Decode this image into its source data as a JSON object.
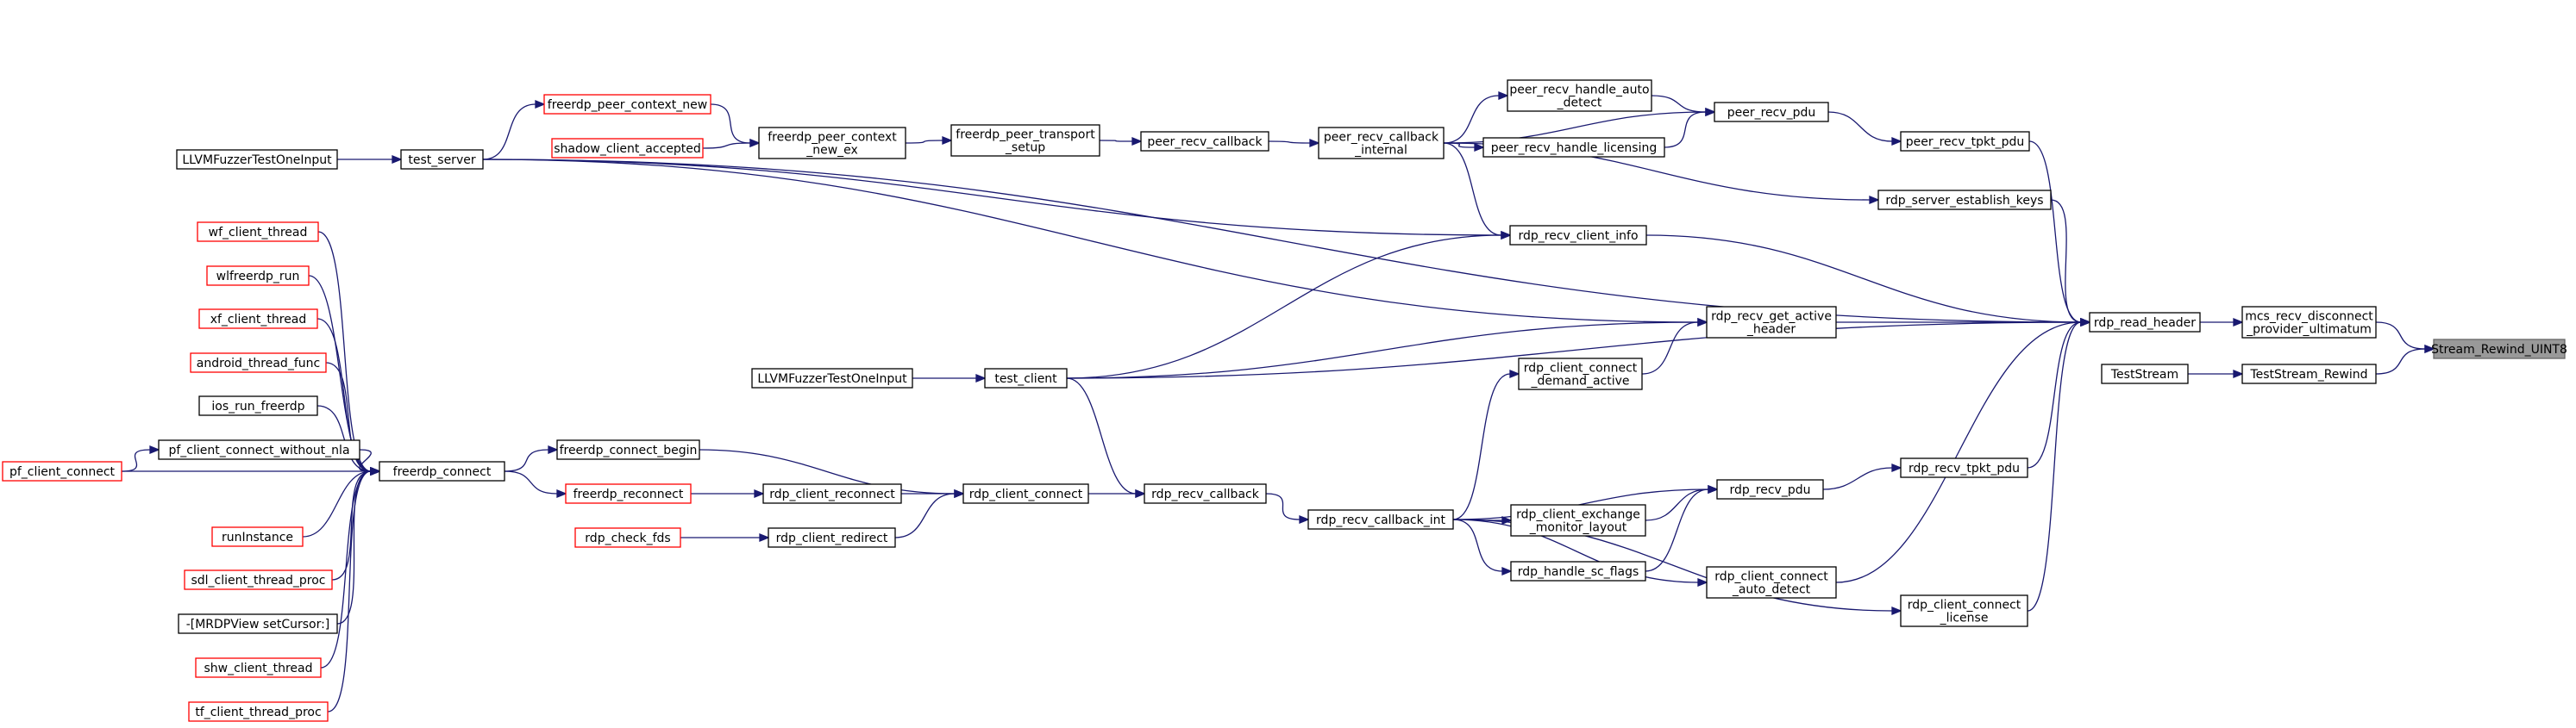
{
  "nodes": [
    {
      "id": "stream_rewind_uint8",
      "lines": [
        "Stream_Rewind_UINT8"
      ],
      "style": "root"
    },
    {
      "id": "mcs_recv_disconnect",
      "lines": [
        "mcs_recv_disconnect",
        "_provider_ultimatum"
      ],
      "style": "normal"
    },
    {
      "id": "teststream_rewind",
      "lines": [
        "TestStream_Rewind"
      ],
      "style": "normal"
    },
    {
      "id": "teststream",
      "lines": [
        "TestStream"
      ],
      "style": "normal"
    },
    {
      "id": "rdp_read_header",
      "lines": [
        "rdp_read_header"
      ],
      "style": "normal"
    },
    {
      "id": "peer_recv_tpkt_pdu",
      "lines": [
        "peer_recv_tpkt_pdu"
      ],
      "style": "normal"
    },
    {
      "id": "rdp_server_establish_keys",
      "lines": [
        "rdp_server_establish_keys"
      ],
      "style": "normal"
    },
    {
      "id": "rdp_recv_get_active_header",
      "lines": [
        "rdp_recv_get_active",
        "_header"
      ],
      "style": "normal"
    },
    {
      "id": "rdp_recv_tpkt_pdu",
      "lines": [
        "rdp_recv_tpkt_pdu"
      ],
      "style": "normal"
    },
    {
      "id": "rdp_client_connect_auto_detect",
      "lines": [
        "rdp_client_connect",
        "_auto_detect"
      ],
      "style": "normal"
    },
    {
      "id": "rdp_client_connect_license",
      "lines": [
        "rdp_client_connect",
        "_license"
      ],
      "style": "normal"
    },
    {
      "id": "peer_recv_pdu",
      "lines": [
        "peer_recv_pdu"
      ],
      "style": "normal"
    },
    {
      "id": "peer_recv_handle_auto_detect",
      "lines": [
        "peer_recv_handle_auto",
        "_detect"
      ],
      "style": "normal"
    },
    {
      "id": "peer_recv_handle_licensing",
      "lines": [
        "peer_recv_handle_licensing"
      ],
      "style": "normal"
    },
    {
      "id": "rdp_recv_client_info",
      "lines": [
        "rdp_recv_client_info"
      ],
      "style": "normal"
    },
    {
      "id": "rdp_client_connect_demand_active",
      "lines": [
        "rdp_client_connect",
        "_demand_active"
      ],
      "style": "normal"
    },
    {
      "id": "rdp_recv_pdu",
      "lines": [
        "rdp_recv_pdu"
      ],
      "style": "normal"
    },
    {
      "id": "rdp_client_exchange_monitor_layout",
      "lines": [
        "rdp_client_exchange",
        "_monitor_layout"
      ],
      "style": "normal"
    },
    {
      "id": "rdp_handle_sc_flags",
      "lines": [
        "rdp_handle_sc_flags"
      ],
      "style": "normal"
    },
    {
      "id": "peer_recv_callback_internal",
      "lines": [
        "peer_recv_callback",
        "_internal"
      ],
      "style": "normal"
    },
    {
      "id": "rdp_recv_callback_int",
      "lines": [
        "rdp_recv_callback_int"
      ],
      "style": "normal"
    },
    {
      "id": "peer_recv_callback",
      "lines": [
        "peer_recv_callback"
      ],
      "style": "normal"
    },
    {
      "id": "rdp_recv_callback",
      "lines": [
        "rdp_recv_callback"
      ],
      "style": "normal"
    },
    {
      "id": "freerdp_peer_transport_setup",
      "lines": [
        "freerdp_peer_transport",
        "_setup"
      ],
      "style": "normal"
    },
    {
      "id": "rdp_client_connect",
      "lines": [
        "rdp_client_connect"
      ],
      "style": "normal"
    },
    {
      "id": "freerdp_peer_context_new_ex",
      "lines": [
        "freerdp_peer_context",
        "_new_ex"
      ],
      "style": "normal"
    },
    {
      "id": "test_client",
      "lines": [
        "test_client"
      ],
      "style": "normal"
    },
    {
      "id": "freerdp_connect_begin",
      "lines": [
        "freerdp_connect_begin"
      ],
      "style": "normal"
    },
    {
      "id": "rdp_client_reconnect",
      "lines": [
        "rdp_client_reconnect"
      ],
      "style": "normal"
    },
    {
      "id": "rdp_client_redirect",
      "lines": [
        "rdp_client_redirect"
      ],
      "style": "normal"
    },
    {
      "id": "freerdp_peer_context_new",
      "lines": [
        "freerdp_peer_context_new"
      ],
      "style": "red"
    },
    {
      "id": "shadow_client_accepted",
      "lines": [
        "shadow_client_accepted"
      ],
      "style": "red"
    },
    {
      "id": "llvm_fuzzer_client",
      "lines": [
        "LLVMFuzzerTestOneInput"
      ],
      "style": "normal"
    },
    {
      "id": "freerdp_reconnect",
      "lines": [
        "freerdp_reconnect"
      ],
      "style": "red"
    },
    {
      "id": "rdp_check_fds",
      "lines": [
        "rdp_check_fds"
      ],
      "style": "red"
    },
    {
      "id": "test_server",
      "lines": [
        "test_server"
      ],
      "style": "normal"
    },
    {
      "id": "freerdp_connect",
      "lines": [
        "freerdp_connect"
      ],
      "style": "normal"
    },
    {
      "id": "llvm_fuzzer_server",
      "lines": [
        "LLVMFuzzerTestOneInput"
      ],
      "style": "normal"
    },
    {
      "id": "wf_client_thread",
      "lines": [
        "wf_client_thread"
      ],
      "style": "red"
    },
    {
      "id": "wlfreerdp_run",
      "lines": [
        "wlfreerdp_run"
      ],
      "style": "red"
    },
    {
      "id": "xf_client_thread",
      "lines": [
        "xf_client_thread"
      ],
      "style": "red"
    },
    {
      "id": "android_thread_func",
      "lines": [
        "android_thread_func"
      ],
      "style": "red"
    },
    {
      "id": "ios_run_freerdp",
      "lines": [
        "ios_run_freerdp"
      ],
      "style": "normal"
    },
    {
      "id": "pf_client_connect_without_nla",
      "lines": [
        "pf_client_connect_without_nla"
      ],
      "style": "normal"
    },
    {
      "id": "runinstance",
      "lines": [
        "runInstance"
      ],
      "style": "red"
    },
    {
      "id": "sdl_client_thread_proc",
      "lines": [
        "sdl_client_thread_proc"
      ],
      "style": "red"
    },
    {
      "id": "mrdpview_setcursor",
      "lines": [
        "-[MRDPView setCursor:]"
      ],
      "style": "normal"
    },
    {
      "id": "shw_client_thread",
      "lines": [
        "shw_client_thread"
      ],
      "style": "red"
    },
    {
      "id": "tf_client_thread_proc",
      "lines": [
        "tf_client_thread_proc"
      ],
      "style": "red"
    },
    {
      "id": "pf_client_connect",
      "lines": [
        "pf_client_connect"
      ],
      "style": "red"
    }
  ],
  "edges": [
    {
      "from": "mcs_recv_disconnect",
      "to": "stream_rewind_uint8"
    },
    {
      "from": "teststream_rewind",
      "to": "stream_rewind_uint8"
    },
    {
      "from": "teststream",
      "to": "teststream_rewind"
    },
    {
      "from": "rdp_read_header",
      "to": "mcs_recv_disconnect"
    },
    {
      "from": "peer_recv_tpkt_pdu",
      "to": "rdp_read_header"
    },
    {
      "from": "rdp_server_establish_keys",
      "to": "rdp_read_header"
    },
    {
      "from": "rdp_recv_get_active_header",
      "to": "rdp_read_header"
    },
    {
      "from": "rdp_recv_tpkt_pdu",
      "to": "rdp_read_header"
    },
    {
      "from": "rdp_client_connect_auto_detect",
      "to": "rdp_read_header"
    },
    {
      "from": "rdp_client_connect_license",
      "to": "rdp_read_header"
    },
    {
      "from": "rdp_recv_client_info",
      "to": "rdp_read_header"
    },
    {
      "from": "test_server",
      "to": "rdp_read_header"
    },
    {
      "from": "test_client",
      "to": "rdp_read_header"
    },
    {
      "from": "peer_recv_pdu",
      "to": "peer_recv_tpkt_pdu"
    },
    {
      "from": "peer_recv_handle_auto_detect",
      "to": "peer_recv_pdu"
    },
    {
      "from": "peer_recv_handle_licensing",
      "to": "peer_recv_pdu"
    },
    {
      "from": "peer_recv_callback_internal",
      "to": "peer_recv_pdu"
    },
    {
      "from": "peer_recv_callback_internal",
      "to": "peer_recv_handle_auto_detect"
    },
    {
      "from": "peer_recv_callback_internal",
      "to": "peer_recv_handle_licensing"
    },
    {
      "from": "peer_recv_callback_internal",
      "to": "rdp_server_establish_keys"
    },
    {
      "from": "peer_recv_callback_internal",
      "to": "rdp_recv_client_info"
    },
    {
      "from": "test_server",
      "to": "rdp_recv_client_info"
    },
    {
      "from": "test_client",
      "to": "rdp_recv_client_info"
    },
    {
      "from": "rdp_client_connect_demand_active",
      "to": "rdp_recv_get_active_header"
    },
    {
      "from": "test_server",
      "to": "rdp_recv_get_active_header"
    },
    {
      "from": "test_client",
      "to": "rdp_recv_get_active_header"
    },
    {
      "from": "rdp_recv_pdu",
      "to": "rdp_recv_tpkt_pdu"
    },
    {
      "from": "rdp_client_exchange_monitor_layout",
      "to": "rdp_recv_pdu"
    },
    {
      "from": "rdp_handle_sc_flags",
      "to": "rdp_recv_pdu"
    },
    {
      "from": "rdp_recv_callback_int",
      "to": "rdp_recv_pdu"
    },
    {
      "from": "rdp_recv_callback_int",
      "to": "rdp_client_connect_demand_active"
    },
    {
      "from": "rdp_recv_callback_int",
      "to": "rdp_client_exchange_monitor_layout"
    },
    {
      "from": "rdp_recv_callback_int",
      "to": "rdp_handle_sc_flags"
    },
    {
      "from": "rdp_recv_callback_int",
      "to": "rdp_client_connect_auto_detect"
    },
    {
      "from": "rdp_recv_callback_int",
      "to": "rdp_client_connect_license"
    },
    {
      "from": "peer_recv_callback",
      "to": "peer_recv_callback_internal"
    },
    {
      "from": "freerdp_peer_transport_setup",
      "to": "peer_recv_callback"
    },
    {
      "from": "freerdp_peer_context_new_ex",
      "to": "freerdp_peer_transport_setup"
    },
    {
      "from": "freerdp_peer_context_new",
      "to": "freerdp_peer_context_new_ex"
    },
    {
      "from": "shadow_client_accepted",
      "to": "freerdp_peer_context_new_ex"
    },
    {
      "from": "test_server",
      "to": "freerdp_peer_context_new"
    },
    {
      "from": "llvm_fuzzer_server",
      "to": "test_server"
    },
    {
      "from": "rdp_recv_callback",
      "to": "rdp_recv_callback_int"
    },
    {
      "from": "rdp_client_connect",
      "to": "rdp_recv_callback"
    },
    {
      "from": "test_client",
      "to": "rdp_recv_callback"
    },
    {
      "from": "llvm_fuzzer_client",
      "to": "test_client"
    },
    {
      "from": "freerdp_connect_begin",
      "to": "rdp_client_connect"
    },
    {
      "from": "rdp_client_reconnect",
      "to": "rdp_client_connect"
    },
    {
      "from": "rdp_client_redirect",
      "to": "rdp_client_connect"
    },
    {
      "from": "freerdp_reconnect",
      "to": "rdp_client_reconnect"
    },
    {
      "from": "rdp_check_fds",
      "to": "rdp_client_redirect"
    },
    {
      "from": "freerdp_connect",
      "to": "freerdp_connect_begin"
    },
    {
      "from": "freerdp_connect",
      "to": "freerdp_reconnect"
    },
    {
      "from": "wf_client_thread",
      "to": "freerdp_connect"
    },
    {
      "from": "wlfreerdp_run",
      "to": "freerdp_connect"
    },
    {
      "from": "xf_client_thread",
      "to": "freerdp_connect"
    },
    {
      "from": "android_thread_func",
      "to": "freerdp_connect"
    },
    {
      "from": "ios_run_freerdp",
      "to": "freerdp_connect"
    },
    {
      "from": "pf_client_connect_without_nla",
      "to": "freerdp_connect"
    },
    {
      "from": "pf_client_connect",
      "to": "freerdp_connect"
    },
    {
      "from": "runinstance",
      "to": "freerdp_connect"
    },
    {
      "from": "sdl_client_thread_proc",
      "to": "freerdp_connect"
    },
    {
      "from": "mrdpview_setcursor",
      "to": "freerdp_connect"
    },
    {
      "from": "shw_client_thread",
      "to": "freerdp_connect"
    },
    {
      "from": "tf_client_thread_proc",
      "to": "freerdp_connect"
    },
    {
      "from": "pf_client_connect",
      "to": "pf_client_connect_without_nla"
    }
  ]
}
